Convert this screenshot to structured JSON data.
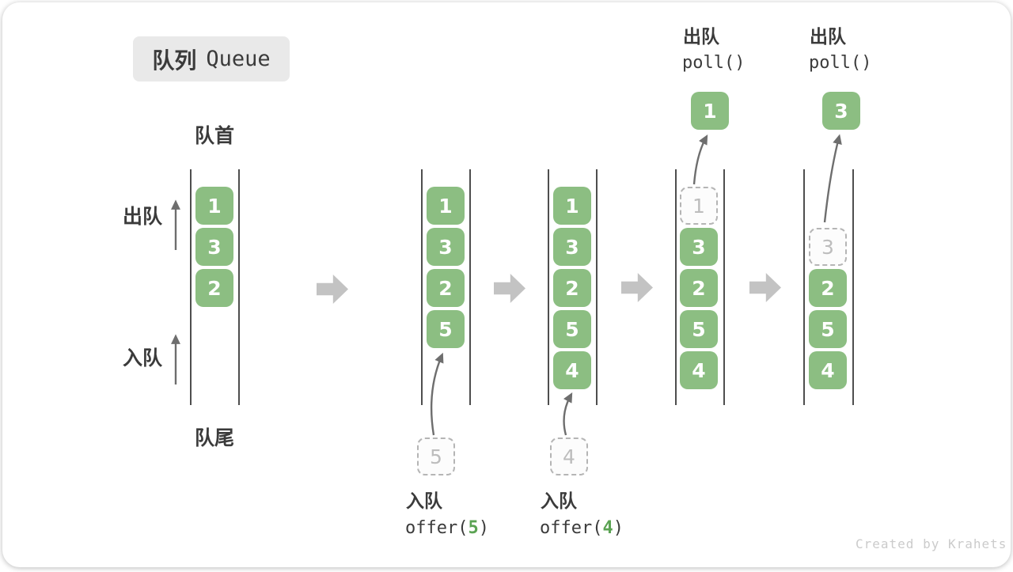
{
  "title": {
    "zh": "队列",
    "en": "Queue"
  },
  "labels": {
    "front": "队首",
    "rear": "队尾",
    "dequeue": "出队",
    "enqueue": "入队"
  },
  "columns": [
    {
      "cells": [
        {
          "v": "1"
        },
        {
          "v": "3"
        },
        {
          "v": "2"
        }
      ]
    },
    {
      "cells": [
        {
          "v": "1"
        },
        {
          "v": "3"
        },
        {
          "v": "2"
        },
        {
          "v": "5"
        }
      ],
      "incoming": "5"
    },
    {
      "cells": [
        {
          "v": "1"
        },
        {
          "v": "3"
        },
        {
          "v": "2"
        },
        {
          "v": "5"
        },
        {
          "v": "4"
        }
      ],
      "incoming": "4"
    },
    {
      "cells": [
        {
          "v": "1",
          "removed": true
        },
        {
          "v": "3"
        },
        {
          "v": "2"
        },
        {
          "v": "5"
        },
        {
          "v": "4"
        }
      ],
      "outgoing": "1"
    },
    {
      "cells": [
        {
          "v": "3",
          "removed": true
        },
        {
          "v": "2"
        },
        {
          "v": "5"
        },
        {
          "v": "4"
        }
      ],
      "outgoing": "3"
    }
  ],
  "operations": {
    "enqueue_5": {
      "label": "入队",
      "fn": "offer(",
      "arg": "5",
      "close": ")"
    },
    "enqueue_4": {
      "label": "入队",
      "fn": "offer(",
      "arg": "4",
      "close": ")"
    },
    "dequeue_1": {
      "label": "出队",
      "fn": "poll()"
    },
    "dequeue_3": {
      "label": "出队",
      "fn": "poll()"
    }
  },
  "watermark": "Created by Krahets",
  "colors": {
    "box_green": "#8cbe82",
    "code_arg_green": "#5ba353",
    "block_arrow_gray": "#c3c3c3",
    "wall_line": "#4e4e4e",
    "text_dark": "#3b3b3b",
    "dashed_gray": "#b5b5b5",
    "badge_bg": "#e9e9e9",
    "watermark_gray": "#cbcbcb"
  }
}
